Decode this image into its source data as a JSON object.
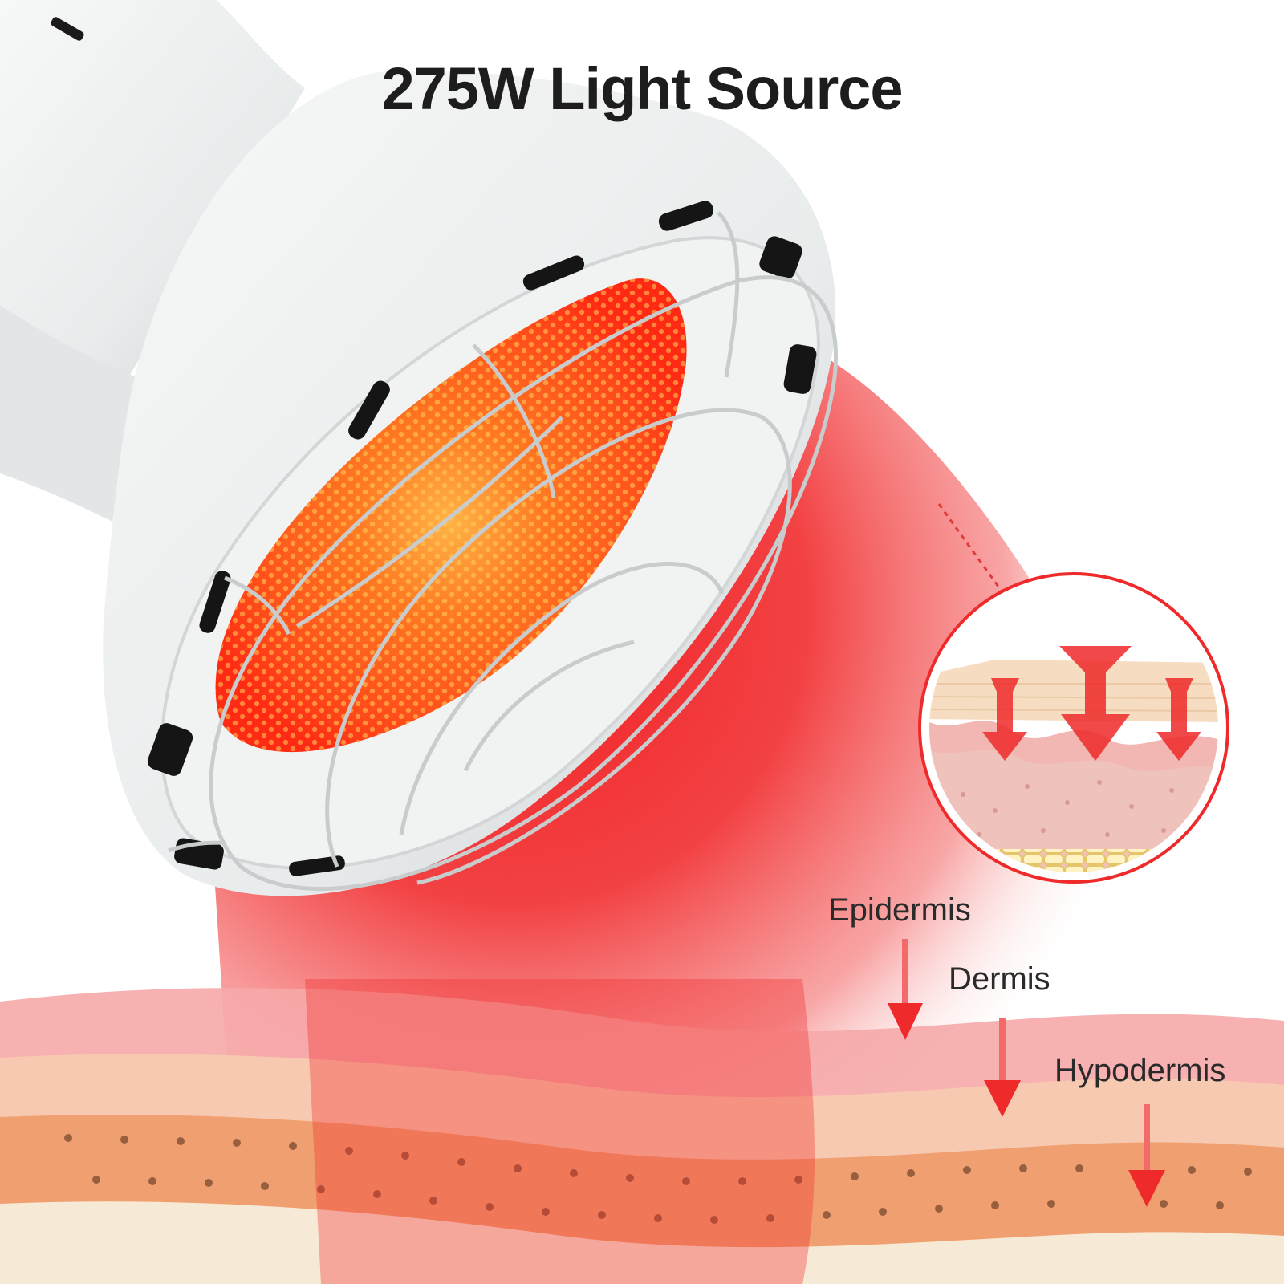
{
  "headline": "275W Light Source",
  "layers": {
    "epidermis": "Epidermis",
    "dermis": "Dermis",
    "hypodermis": "Hypodermis"
  },
  "colors": {
    "beam_red": "#f2262a",
    "arrow_red": "#ef2a2a",
    "bulb_orange": "#ff5a1e",
    "lamp_body": "#eceff0",
    "epidermis_pink": "#f6a9a9",
    "dermis_peach": "#f7c9b0",
    "hypodermis_orange": "#f0a070",
    "base_cream": "#f6ead6"
  },
  "icons": [
    "heat-lamp-icon",
    "skin-magnifier-icon",
    "down-arrow-icon"
  ]
}
